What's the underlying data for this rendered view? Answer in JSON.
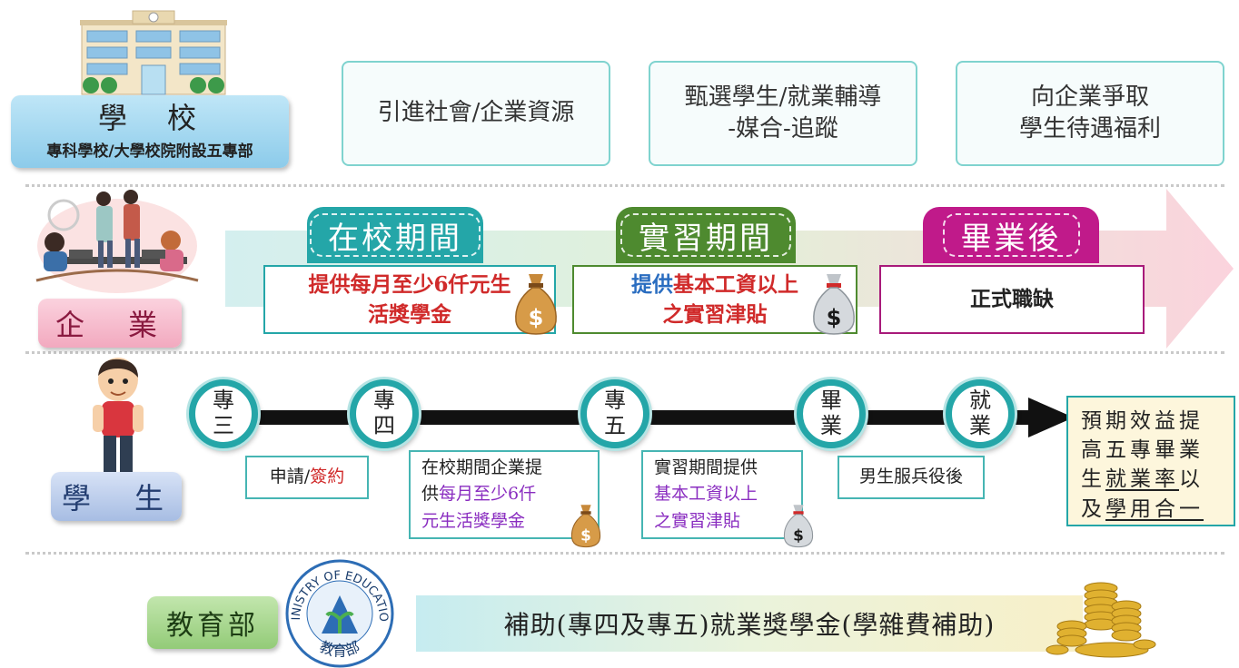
{
  "school": {
    "title": "學　校",
    "subtitle": "專科學校/大學校院附設五專部",
    "boxes": [
      "引進社會/企業資源",
      "甄選學生/就業輔導\n-媒合-追蹤",
      "向企業爭取\n學生待遇福利"
    ]
  },
  "enterprise": {
    "label": "企　業",
    "phases": [
      {
        "tab": "在校期間",
        "color": "#24a6a8",
        "body_a": "提供",
        "body_b": "每月至少6仟元生\n活獎學金"
      },
      {
        "tab": "實習期間",
        "color": "#4e8a2f",
        "body_a": "提供",
        "body_b": "基本工資以上\n之實習津貼"
      },
      {
        "tab": "畢業後",
        "color": "#c01a8a",
        "body": "正式職缺"
      }
    ]
  },
  "student": {
    "label": "學　生",
    "nodes": [
      "專\n三",
      "專\n四",
      "專\n五",
      "畢\n業",
      "就\n業"
    ],
    "notes": {
      "apply_a": "申請/",
      "apply_b": "簽約",
      "school_a": "在校期間企業提\n供",
      "school_b": "每月至少6仟\n元生活獎學金",
      "intern_a": "實習期間提供\n",
      "intern_b": "基本工資以上",
      "intern_c": "\n之實習津貼",
      "military": "男生服兵役後"
    },
    "benefit": {
      "a": "預期效益提\n高五專畢業\n生",
      "b": "就業率",
      "c": "以\n及",
      "d": "學用合一"
    }
  },
  "moe": {
    "label": "教育部",
    "logo_text": "MINISTRY OF EDUCATION",
    "logo_cn": "教育部",
    "banner": "補助(專四及專五)就業獎學金(學雜費補助)"
  },
  "colors": {
    "teal": "#24a6a8",
    "green": "#4e8a2f",
    "magenta": "#c01a8a",
    "school_tag": "#9ad6f0",
    "enterprise_tag": "#f5b5c8",
    "student_tag": "#b5c8e8",
    "moe_tag": "#a9d98e"
  },
  "icons": [
    "school-building-icon",
    "office-meeting-icon",
    "boy-student-icon",
    "money-bag-icon",
    "gold-coins-icon",
    "moe-logo-icon"
  ]
}
